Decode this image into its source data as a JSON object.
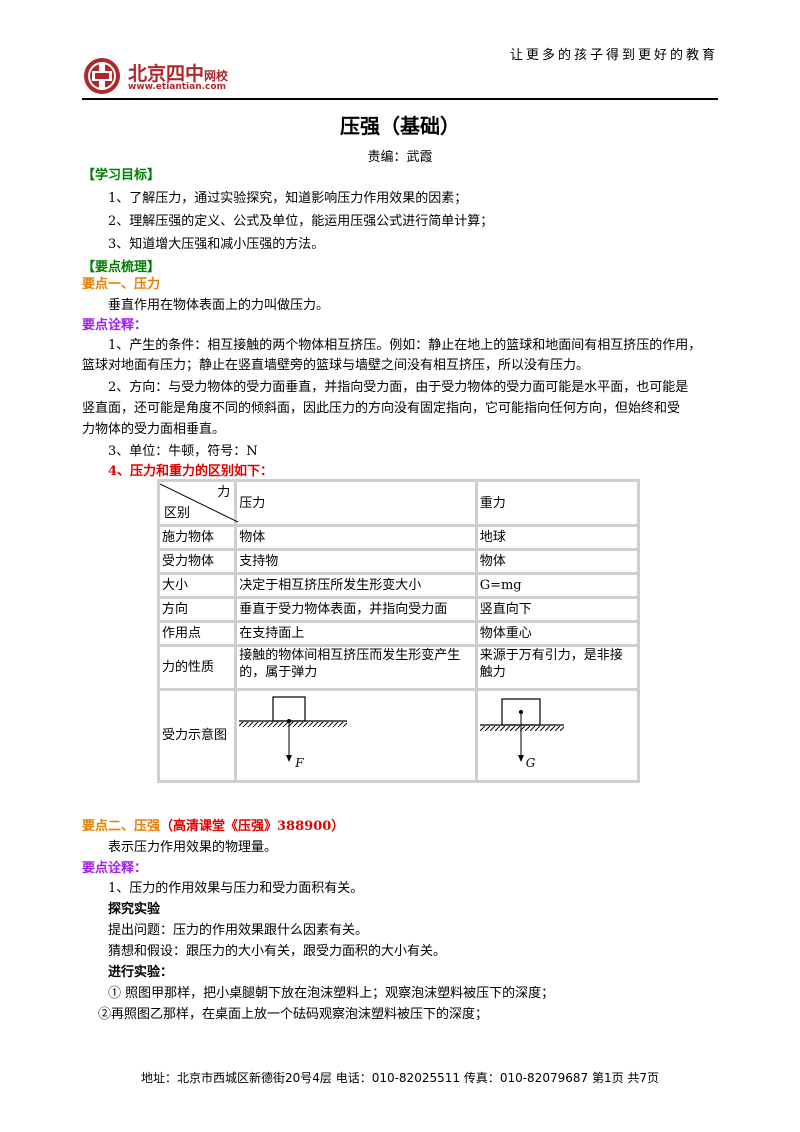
{
  "header": {
    "slogan": "让更多的孩子得到更好的教育",
    "brand": "北京四中",
    "brand_suffix": "网校",
    "url": "www.etiantian.com"
  },
  "doc": {
    "title": "压强（基础）",
    "editor": "责编：武霞"
  },
  "lines": {
    "l1": "【学习目标】",
    "l2": "1、了解压力，通过实验探究，知道影响压力作用效果的因素；",
    "l3": "2、理解压强的定义、公式及单位，能运用压强公式进行简单计算；",
    "l4": "3、知道增大压强和减小压强的方法。",
    "l5": "【要点梳理】",
    "l6": "要点一、压力",
    "l7": "垂直作用在物体表面上的力叫做压力。",
    "l8": "要点诠释：",
    "l9": "1、产生的条件：相互接触的两个物体相互挤压。例如：静止在地上的篮球和地面间有相互挤压的作用，",
    "l10": "篮球对地面有压力；静止在竖直墙壁旁的篮球与墙壁之间没有相互挤压，所以没有压力。",
    "l11": "2、方向：与受力物体的受力面垂直，并指向受力面，由于受力物体的受力面可能是水平面，也可能是",
    "l12": "竖直面，还可能是角度不同的倾斜面，因此压力的方向没有固定指向，它可能指向任何方向，但始终和受",
    "l13": "力物体的受力面相垂直。",
    "l14": "3、单位：牛顿，符号：N",
    "l15": "4、压力和重力的区别如下：",
    "l16a": "要点二、压强",
    "l16b": "（高清课堂《压强》388900）",
    "l17": "表示压力作用效果的物理量。",
    "l18": "要点诠释：",
    "l19": "1、压力的作用效果与压力和受力面积有关。",
    "l20": "探究实验",
    "l21": "提出问题：压力的作用效果跟什么因素有关。",
    "l22": "猜想和假设：跟压力的大小有关，跟受力面积的大小有关。",
    "l23": "进行实验：",
    "l24": "① 照图甲那样，把小桌腿朝下放在泡沫塑料上；观察泡沫塑料被压下的深度；",
    "l25": "②再照图乙那样，在桌面上放一个砝码观察泡沫塑料被压下的深度；"
  },
  "table": {
    "header_li": "力",
    "header_qubie": "区别",
    "col1": "压力",
    "col2": "重力",
    "rows": [
      {
        "label": "施力物体",
        "a": "物体",
        "b": "地球"
      },
      {
        "label": "受力物体",
        "a": "支持物",
        "b": "物体"
      },
      {
        "label": "大小",
        "a": "决定于相互挤压所发生形变大小",
        "b": "G=mg"
      },
      {
        "label": "方向",
        "a": "垂直于受力物体表面，并指向受力面",
        "b": "竖直向下"
      },
      {
        "label": "作用点",
        "a": "在支持面上",
        "b": "物体重心"
      },
      {
        "label": "力的性质",
        "a": "接触的物体间相互挤压而发生形变产生的，属于弹力",
        "b": "来源于万有引力，是非接触力"
      }
    ],
    "diagram_label": "受力示意图",
    "diagram_f": "F",
    "diagram_g": "G"
  },
  "footer": {
    "text": "地址：北京市西城区新德街20号4层  电话：010-82025511  传真：010-82079687    第1页  共7页"
  },
  "colors": {
    "green": "#008000",
    "orange": "#e67e00",
    "purple": "#a020f0",
    "red": "#e00000",
    "brand_red": "#b0262a"
  }
}
